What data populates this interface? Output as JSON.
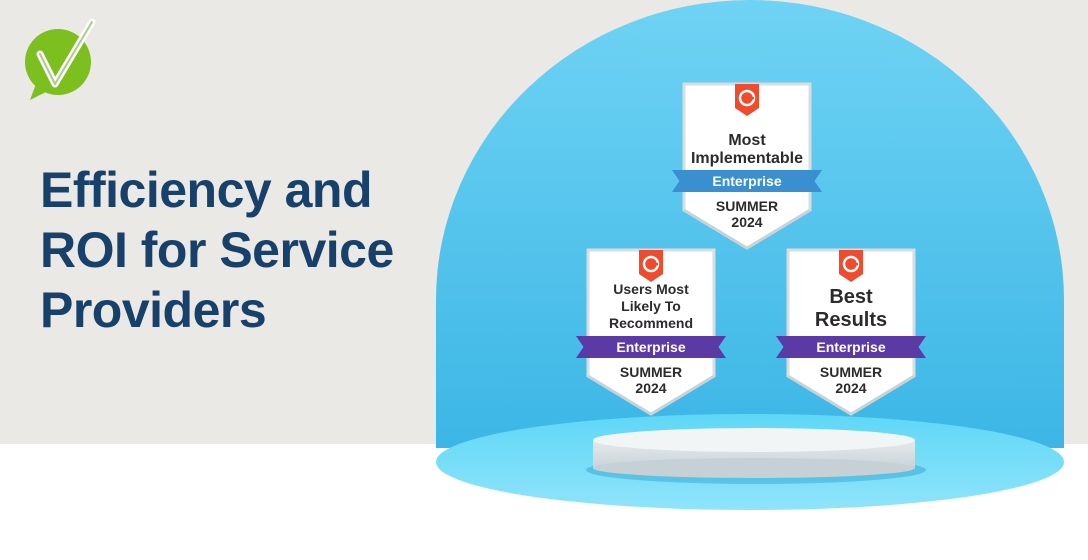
{
  "headline": {
    "line1": "Efficiency and",
    "line2": "ROI for Service",
    "line3": "Providers"
  },
  "badges": [
    {
      "title_lines": [
        "Most",
        "Implementable"
      ],
      "ribbon": "Enterprise",
      "season": "SUMMER",
      "year": "2024",
      "ribbon_color": "#3a8fd1"
    },
    {
      "title_lines": [
        "Users Most",
        "Likely To",
        "Recommend"
      ],
      "ribbon": "Enterprise",
      "season": "SUMMER",
      "year": "2024",
      "ribbon_color": "#5b3aa6"
    },
    {
      "title_lines": [
        "Best",
        "Results"
      ],
      "ribbon": "Enterprise",
      "season": "SUMMER",
      "year": "2024",
      "ribbon_color": "#5b3aa6"
    }
  ],
  "colors": {
    "headline": "#17406b",
    "backdrop": "#ebe9e5",
    "dome": "#4fc3ec",
    "logo_green": "#7cbf1e",
    "g2_red": "#ef4b2c"
  },
  "icons": [
    "checkmark-logo-icon",
    "g2-logo-icon"
  ]
}
